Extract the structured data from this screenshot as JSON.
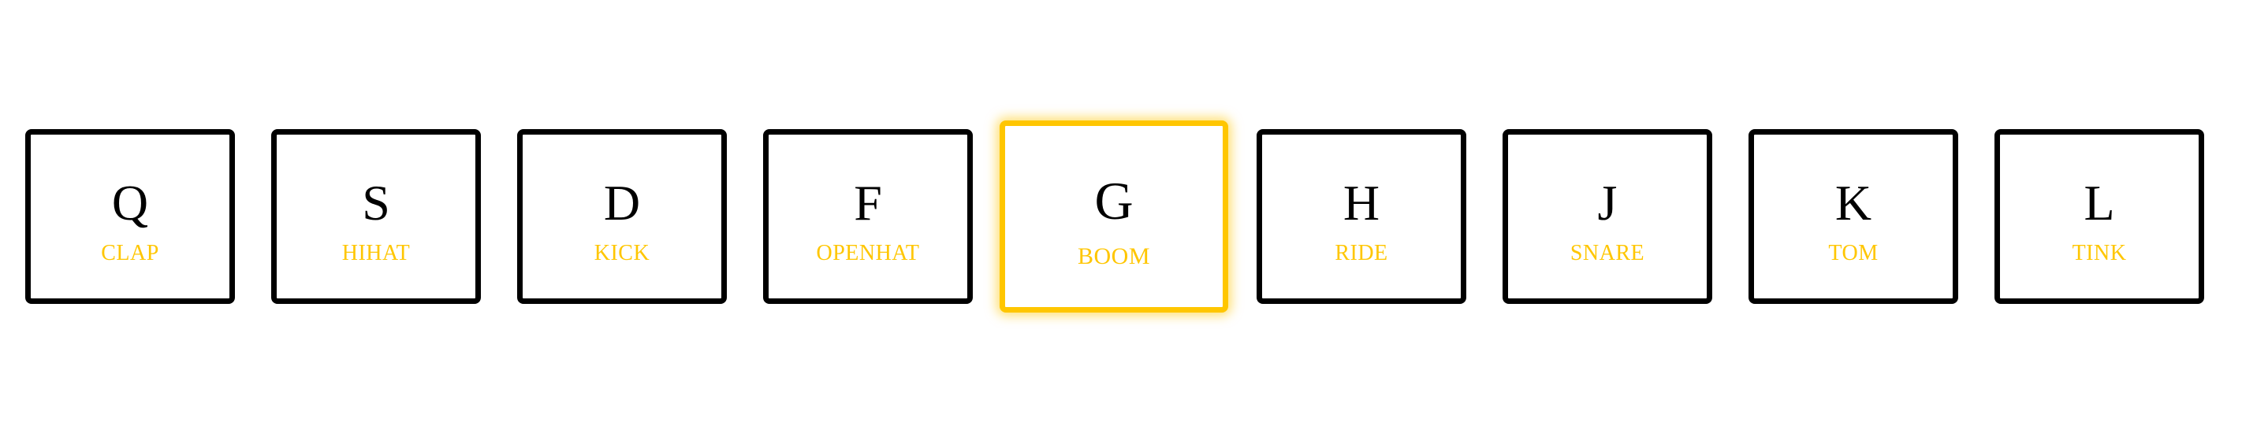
{
  "accent_color": "#ffc600",
  "border_color": "#000000",
  "keys": [
    {
      "letter": "Q",
      "sound": "CLAP",
      "playing": false
    },
    {
      "letter": "S",
      "sound": "HIHAT",
      "playing": false
    },
    {
      "letter": "D",
      "sound": "KICK",
      "playing": false
    },
    {
      "letter": "F",
      "sound": "OPENHAT",
      "playing": false
    },
    {
      "letter": "G",
      "sound": "BOOM",
      "playing": true
    },
    {
      "letter": "H",
      "sound": "RIDE",
      "playing": false
    },
    {
      "letter": "J",
      "sound": "SNARE",
      "playing": false
    },
    {
      "letter": "K",
      "sound": "TOM",
      "playing": false
    },
    {
      "letter": "L",
      "sound": "TINK",
      "playing": false
    }
  ]
}
